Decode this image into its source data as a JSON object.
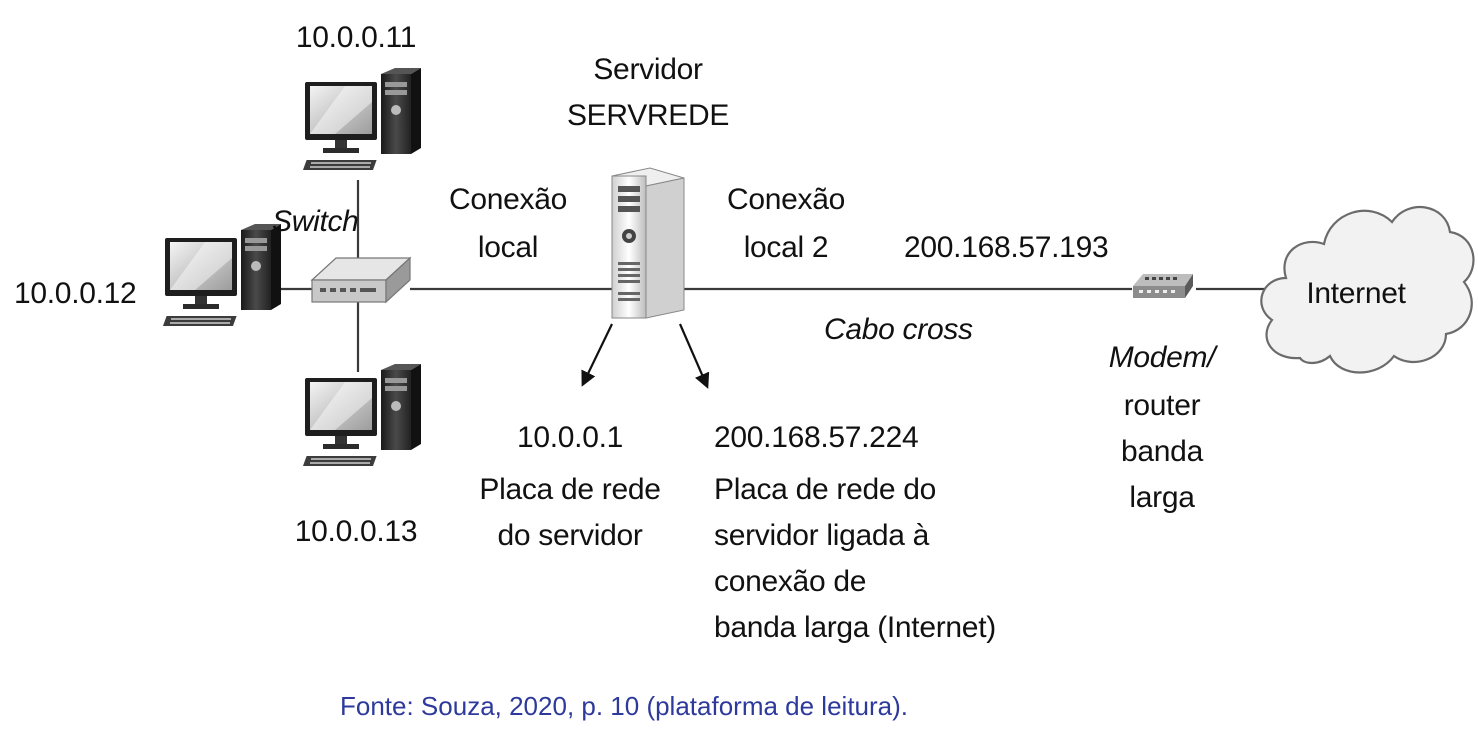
{
  "labels": {
    "pc_top_ip": "10.0.0.11",
    "pc_left_ip": "10.0.0.12",
    "pc_bottom_ip": "10.0.0.13",
    "switch": "Switch",
    "server": [
      "Servidor",
      "SERVREDE"
    ],
    "local_connection": [
      "Conexão",
      "local"
    ],
    "local_connection_2": [
      "Conexão",
      "local 2"
    ],
    "wan_ip": "200.168.57.193",
    "cable": "Cabo cross",
    "nic_local": [
      "10.0.0.1",
      "Placa de rede",
      "do servidor"
    ],
    "nic_wan": [
      "200.168.57.224",
      "Placa de rede do",
      "servidor ligada à",
      "conexão de",
      "banda larga (Internet)"
    ],
    "modem": [
      "Modem/",
      "router",
      "banda",
      "larga"
    ],
    "internet": "Internet"
  },
  "caption": "Fonte: Souza, 2020, p. 10 (plataforma de leitura).",
  "colors": {
    "line": "#3a3a3a",
    "caption": "#2e3a9b",
    "device_dark": "#2b2b2b",
    "device_light": "#d9d9d9",
    "cloud_fill": "#f2f2f2"
  },
  "icons": {
    "pc": "desktop-computer-icon",
    "switch": "network-switch-icon",
    "server": "tower-server-icon",
    "modem": "modem-router-icon",
    "cloud": "internet-cloud-icon",
    "arrow": "down-arrow-icon"
  }
}
